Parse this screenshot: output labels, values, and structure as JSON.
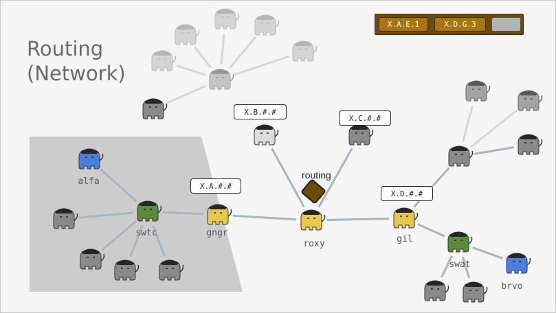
{
  "title": {
    "line1": "Routing",
    "line2": "(Network)"
  },
  "toolbar": {
    "buttons": [
      "X.A.E.1",
      "X.D.G.3",
      ""
    ]
  },
  "routing_label": "routing",
  "badges": {
    "a": "X.A.#.#",
    "b": "X.B.#.#",
    "c": "X.C.#.#",
    "d": "X.D.#.#"
  },
  "node_labels": {
    "alfa": "alfa",
    "swtc": "swtc",
    "gngr": "gngr",
    "roxy": "roxy",
    "gil": "gil",
    "swat": "swat",
    "brvo": "brvo"
  },
  "colors": {
    "yellow": "#e6c94a",
    "green": "#5b8a3a",
    "blue": "#4a7fe0",
    "gray": "#8a8a8a",
    "white": "#dcdcdc",
    "router": "#6b4a10"
  }
}
